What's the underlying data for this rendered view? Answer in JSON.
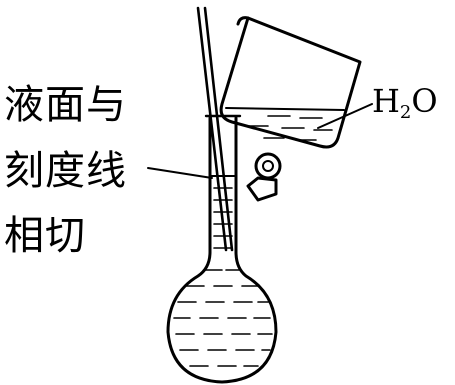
{
  "annotation": {
    "line1": "液面与",
    "line2": "刻度线",
    "line3": "相切"
  },
  "reagent": {
    "symbol_h": "H",
    "symbol_sub": "2",
    "symbol_o": "O"
  },
  "colors": {
    "stroke": "#000000",
    "background": "#ffffff"
  }
}
